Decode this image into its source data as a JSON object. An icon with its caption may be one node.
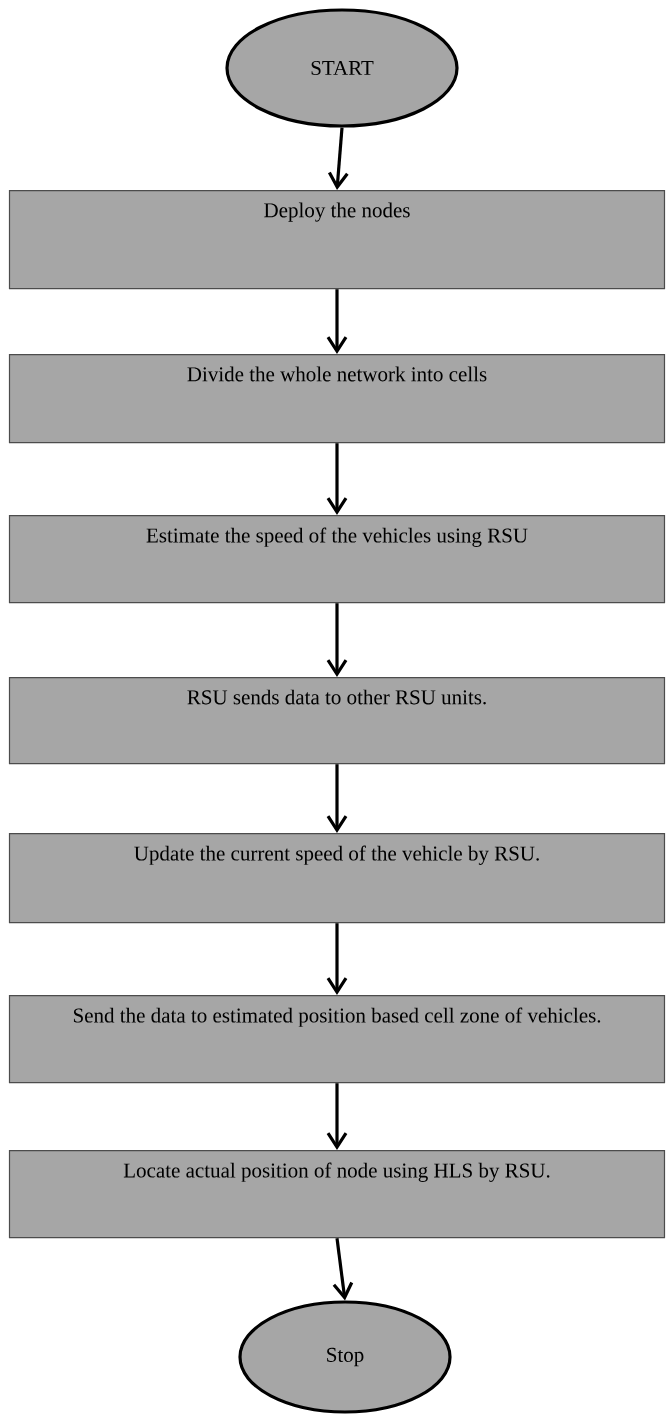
{
  "diagram": {
    "nodes": [
      {
        "text": [
          "START"
        ]
      },
      {
        "text": [
          "Deploy the nodes"
        ]
      },
      {
        "text": [
          "Divide the whole network into cells"
        ]
      },
      {
        "text": [
          "Estimate the speed of the vehicles using RSU"
        ]
      },
      {
        "text": [
          "RSU sends data to other RSU units."
        ]
      },
      {
        "text": [
          "Update the current speed of the vehicle by RSU."
        ]
      },
      {
        "text": [
          "Send the data to estimated position based cell zone of vehicles."
        ]
      },
      {
        "text": [
          "Locate actual position of node using HLS by RSU."
        ]
      },
      {
        "text": [
          "Stop"
        ]
      }
    ],
    "edges": [
      {
        "from": 0,
        "to": 1,
        "arrow": "to"
      },
      {
        "from": 1,
        "to": 2,
        "arrow": "to"
      },
      {
        "from": 2,
        "to": 3,
        "arrow": "to"
      },
      {
        "from": 3,
        "to": 4,
        "arrow": "to"
      },
      {
        "from": 4,
        "to": 5,
        "arrow": "to"
      },
      {
        "from": 5,
        "to": 6,
        "arrow": "to"
      },
      {
        "from": 6,
        "to": 7,
        "arrow": "to"
      },
      {
        "from": 7,
        "to": 8,
        "arrow": "to"
      }
    ]
  }
}
